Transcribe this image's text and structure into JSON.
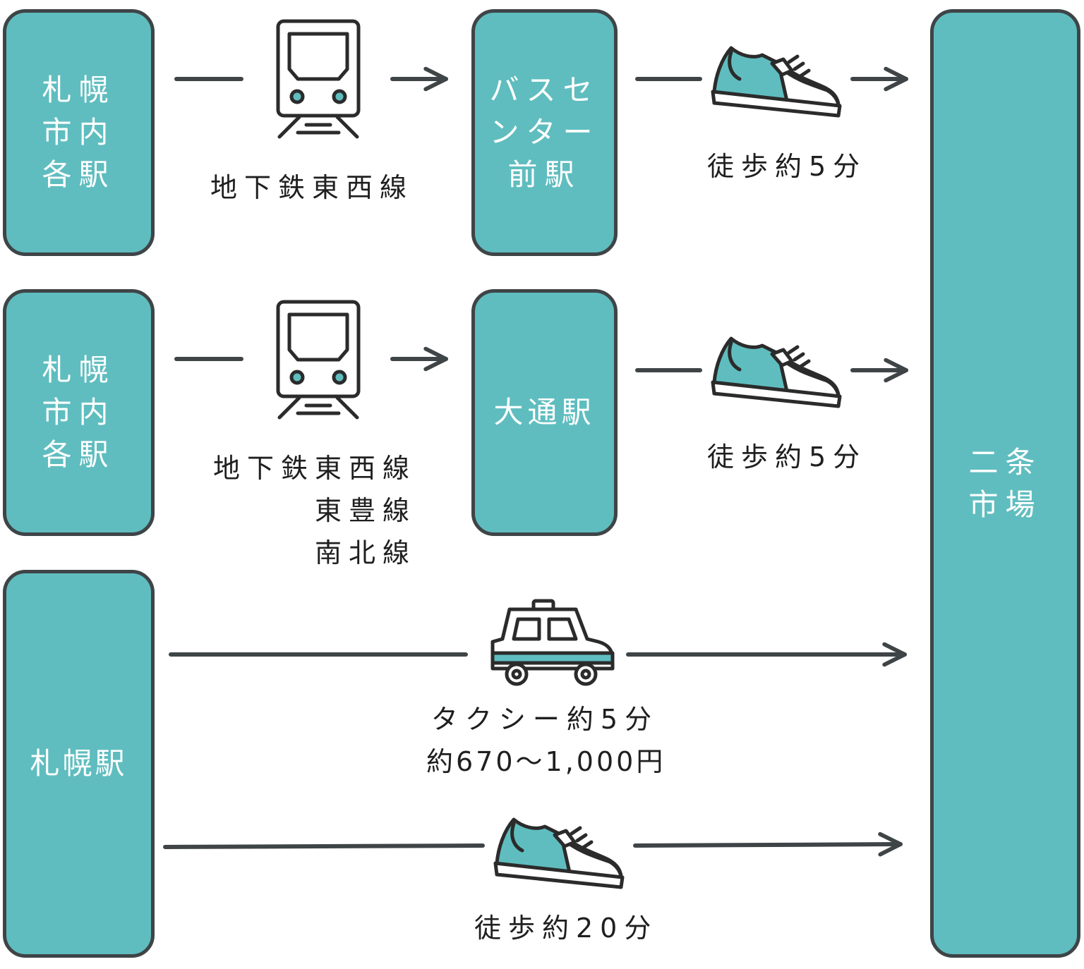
{
  "colors": {
    "teal": "#5fbdbf",
    "dark": "#3f4447",
    "text": "#1f1f1f",
    "white": "#ffffff"
  },
  "origins": {
    "r1": [
      "札幌",
      "市内",
      "各駅"
    ],
    "r2": [
      "札幌",
      "市内",
      "各駅"
    ],
    "r3": [
      "札幌駅"
    ]
  },
  "transfers": {
    "bus_center": [
      "バスセ",
      "ンター",
      "前駅"
    ],
    "odori": [
      "大通駅"
    ]
  },
  "destination": [
    "二条",
    "市場"
  ],
  "routes": {
    "r1_train": "地下鉄東西線",
    "r1_walk": "徒歩約5分",
    "r2_train": [
      "地下鉄東西線",
      "東豊線",
      "南北線"
    ],
    "r2_walk": "徒歩約5分",
    "taxi": [
      "タクシー約5分",
      "約670～1,000円"
    ],
    "walk": "徒歩約20分"
  },
  "icons": [
    "train-icon",
    "shoe-icon",
    "taxi-icon"
  ]
}
